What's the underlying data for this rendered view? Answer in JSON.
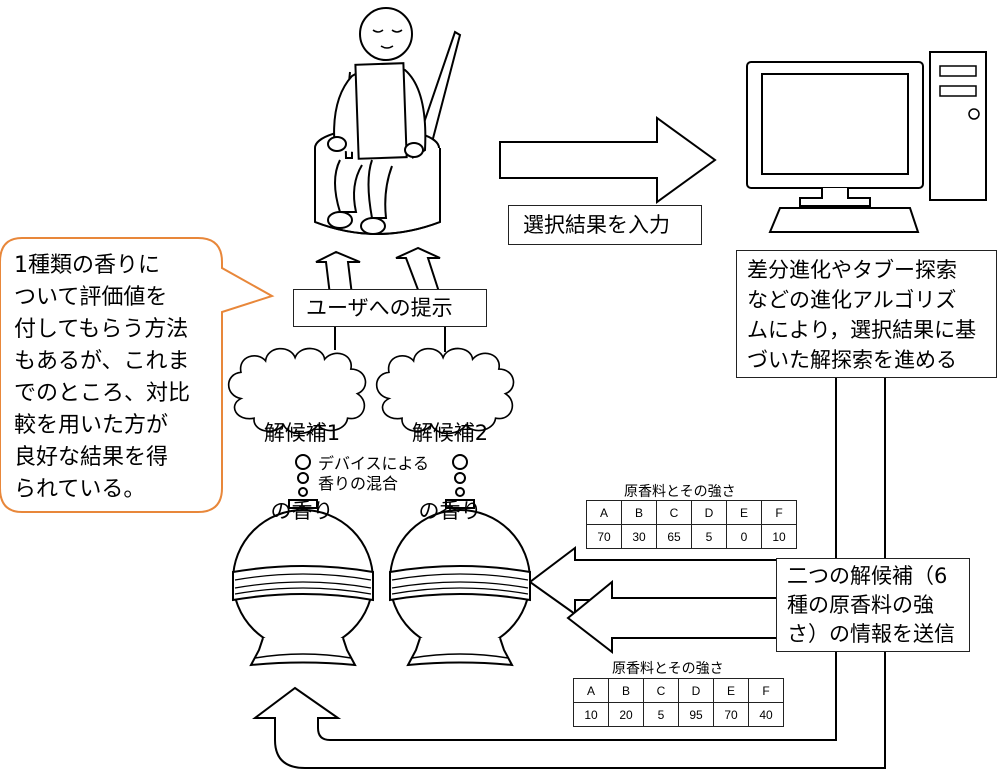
{
  "labels": {
    "user_presentation": "ユーザへの提示",
    "input_selection": "選択結果を入力",
    "algorithm_note": [
      "差分進化やタブー探索",
      "などの進化アルゴリズ",
      "ムにより，選択結果に基",
      "づいた解探索を進める"
    ],
    "send_info": [
      "二つの解候補（6",
      "種の原香料の強",
      "さ）の情報を送信"
    ],
    "device_mixing": [
      "デバイスによる",
      "香りの混合"
    ]
  },
  "callout": {
    "lines": [
      "1種類の香りに",
      "ついて評価値を",
      "付してもらう方法",
      "もあるが、これま",
      "でのところ、対比",
      "較を用いた方が",
      "良好な結果を得",
      "られている。"
    ],
    "border_color": "#e8873a"
  },
  "candidates": [
    {
      "lines": [
        "解候補1",
        "の香り"
      ]
    },
    {
      "lines": [
        "解候補2",
        "の香り"
      ]
    }
  ],
  "tables": [
    {
      "caption": "原香料とその強さ",
      "headers": [
        "A",
        "B",
        "C",
        "D",
        "E",
        "F"
      ],
      "values": [
        "70",
        "30",
        "65",
        "5",
        "0",
        "10"
      ]
    },
    {
      "caption": "原香料とその強さ",
      "headers": [
        "A",
        "B",
        "C",
        "D",
        "E",
        "F"
      ],
      "values": [
        "10",
        "20",
        "5",
        "95",
        "70",
        "40"
      ]
    }
  ]
}
